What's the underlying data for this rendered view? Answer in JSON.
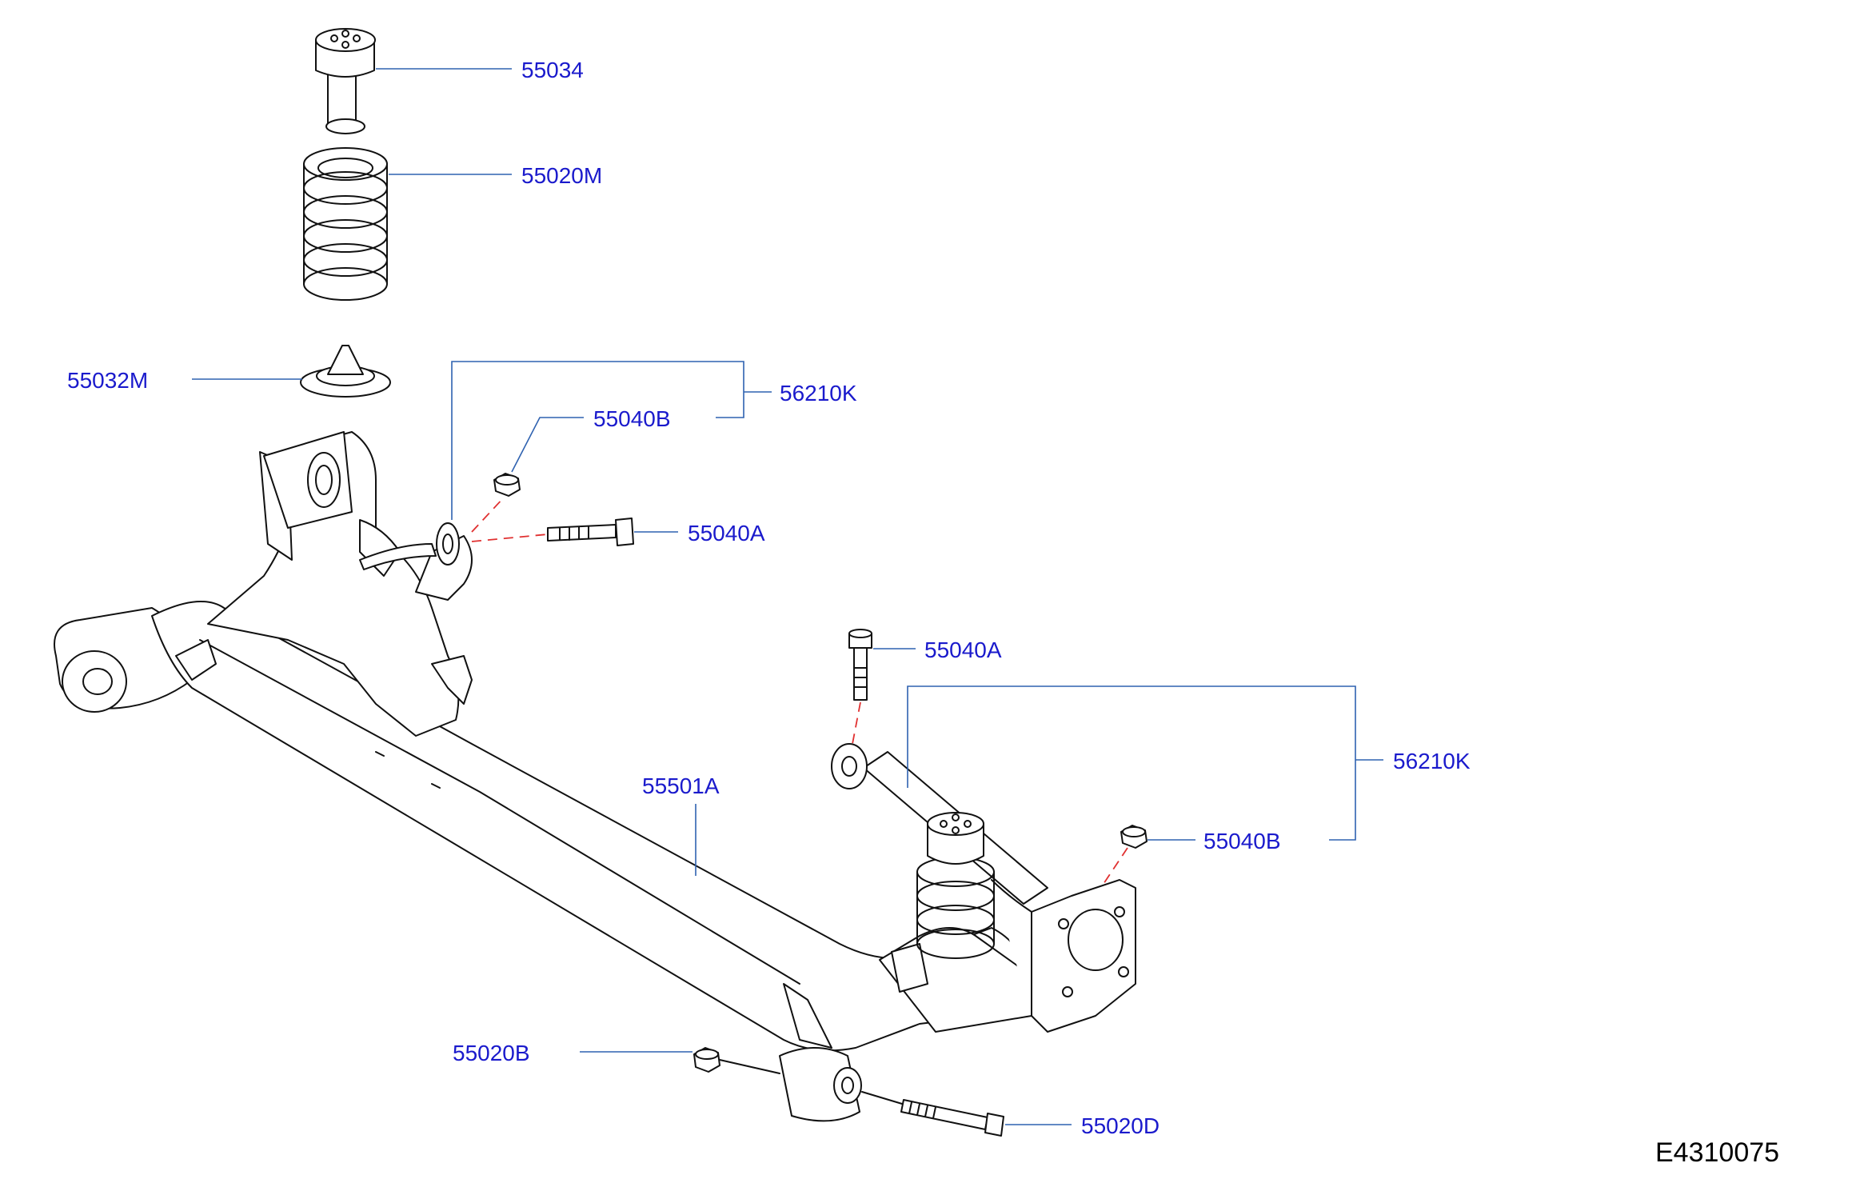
{
  "labels": {
    "p55034": "55034",
    "p55020M": "55020M",
    "p55032M": "55032M",
    "p56210K_top": "56210K",
    "p55040B_top": "55040B",
    "p55040A_top": "55040A",
    "p55040A_right": "55040A",
    "p56210K_right": "56210K",
    "p55501A": "55501A",
    "p55040B_right": "55040B",
    "p55020B": "55020B",
    "p55020D": "55020D"
  },
  "diagram_id": "E4310075",
  "colors": {
    "label": "#1a1acc",
    "leader": "#2f62b0",
    "dashed_guide": "#e03030",
    "outline": "#111111"
  }
}
